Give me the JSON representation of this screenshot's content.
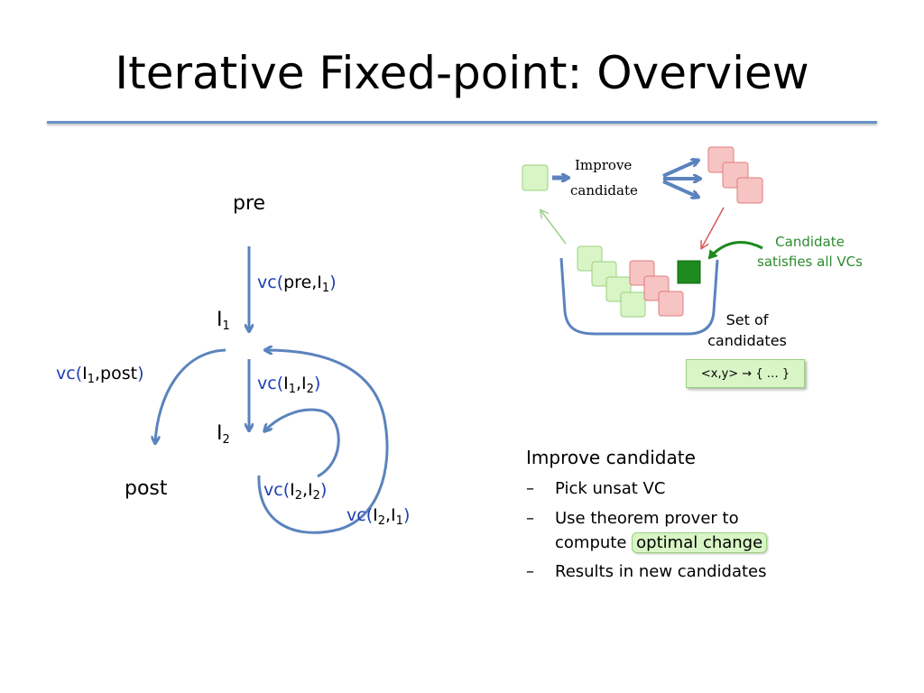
{
  "slide": {
    "title": "Iterative Fixed-point: Overview"
  },
  "graph": {
    "pre": "pre",
    "post": "post",
    "i1": "I",
    "i1_sub": "1",
    "i2": "I",
    "i2_sub": "2",
    "edges": {
      "pre_i1": {
        "fn": "vc(",
        "a": "pre,",
        "b": "I",
        "b_sub": "1",
        "close": ")"
      },
      "i1_post": {
        "fn": "vc(",
        "a": "I",
        "a_sub": "1",
        "b": ",post",
        "close": ")"
      },
      "i1_i2": {
        "fn": "vc(",
        "a": "I",
        "a_sub": "1",
        "b": ",I",
        "b_sub": "2",
        "close": ")"
      },
      "i2_i2": {
        "fn": "vc(",
        "a": "I",
        "a_sub": "2",
        "b": ",I",
        "b_sub": "2",
        "close": ")"
      },
      "i2_i1": {
        "fn": "vc(",
        "a": "I",
        "a_sub": "2",
        "b": ",I",
        "b_sub": "1",
        "close": ")"
      }
    }
  },
  "candidates": {
    "improve_line1": "Improve",
    "improve_line2": "candidate",
    "satisfies_line1": "Candidate",
    "satisfies_line2": "satisfies all VCs",
    "set_line1": "Set of",
    "set_line2": "candidates",
    "mapping": "<x,y> → { … }"
  },
  "improve_section": {
    "heading": "Improve candidate",
    "dash": "–",
    "bullets": {
      "b1": "Pick unsat VC",
      "b2_line1": "Use theorem prover to",
      "b2_line2_prefix": "compute",
      "b2_highlight": "optimal change",
      "b3": "Results in new candidates"
    }
  },
  "colors": {
    "arrow_blue": "#5b83bd",
    "label_blue": "#1f3fb0",
    "green_square": "#1e8a1e",
    "light_green": "#d9f5c6",
    "light_red": "#f7c4c4",
    "green_text": "#2e8b2e"
  }
}
